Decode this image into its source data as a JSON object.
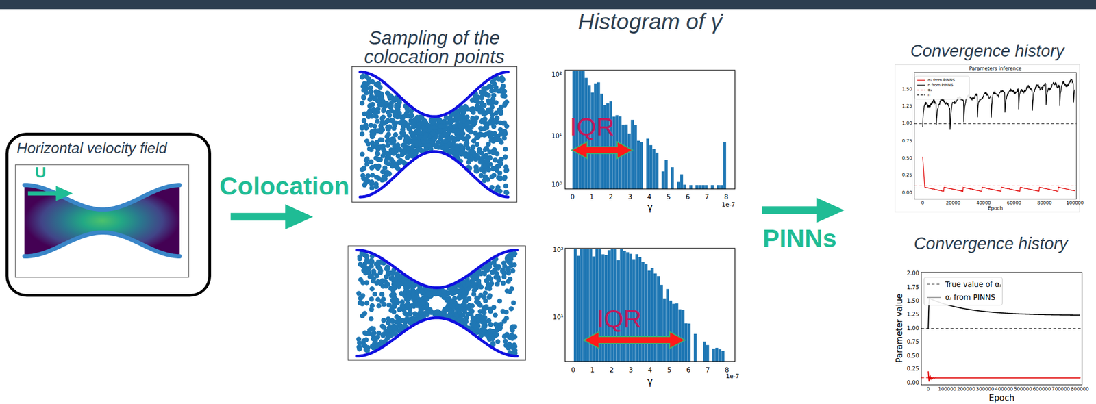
{
  "diagram": {
    "nodes": [
      {
        "text": [
          "Horizontal velocity field"
        ]
      },
      {
        "text": [
          "Sampling of the colocation points"
        ]
      },
      {
        "text": [
          "Histogram of γ̇",
          "IQR"
        ]
      },
      {
        "text": [
          "IQR"
        ]
      },
      {
        "text": [
          "Convergence history"
        ]
      },
      {
        "text": [
          "Convergence history"
        ]
      }
    ],
    "edges": [
      {
        "from": 0,
        "to": 1,
        "label": "Colocation",
        "arrow": "to"
      },
      {
        "from": 2,
        "to": 4,
        "label": "PINNs",
        "arrow": "to"
      }
    ],
    "labels": [
      "U",
      "10²",
      "10¹",
      "10⁰",
      "0",
      "1",
      "2",
      "3",
      "4",
      "5",
      "6",
      "7",
      "8",
      "1e-7",
      "γ",
      "10²",
      "10¹",
      "0",
      "1",
      "2",
      "3",
      "4",
      "5",
      "6",
      "7",
      "8",
      "1e-7",
      "γ",
      "Parameters inference",
      "0.00",
      "0.25",
      "0.50",
      "0.75",
      "1.00",
      "1.25",
      "1.50",
      "0",
      "20000",
      "40000",
      "60000",
      "80000",
      "100000",
      "Epoch",
      "0.00",
      "0.25",
      "0.50",
      "0.75",
      "1.00",
      "1.25",
      "1.50",
      "1.75",
      "2.00",
      "0",
      "100000",
      "200000",
      "300000",
      "400000",
      "500000",
      "600000",
      "700000",
      "800000",
      "Epoch",
      "Parameter value"
    ],
    "legend": [
      {
        "text": "α₁ from PINNS"
      },
      {
        "text": "n from PINNS"
      },
      {
        "text": "α₁"
      },
      {
        "text": "n"
      },
      {
        "text": "True value of αᵢ"
      },
      {
        "text": "αᵢ from PINNS"
      }
    ]
  }
}
